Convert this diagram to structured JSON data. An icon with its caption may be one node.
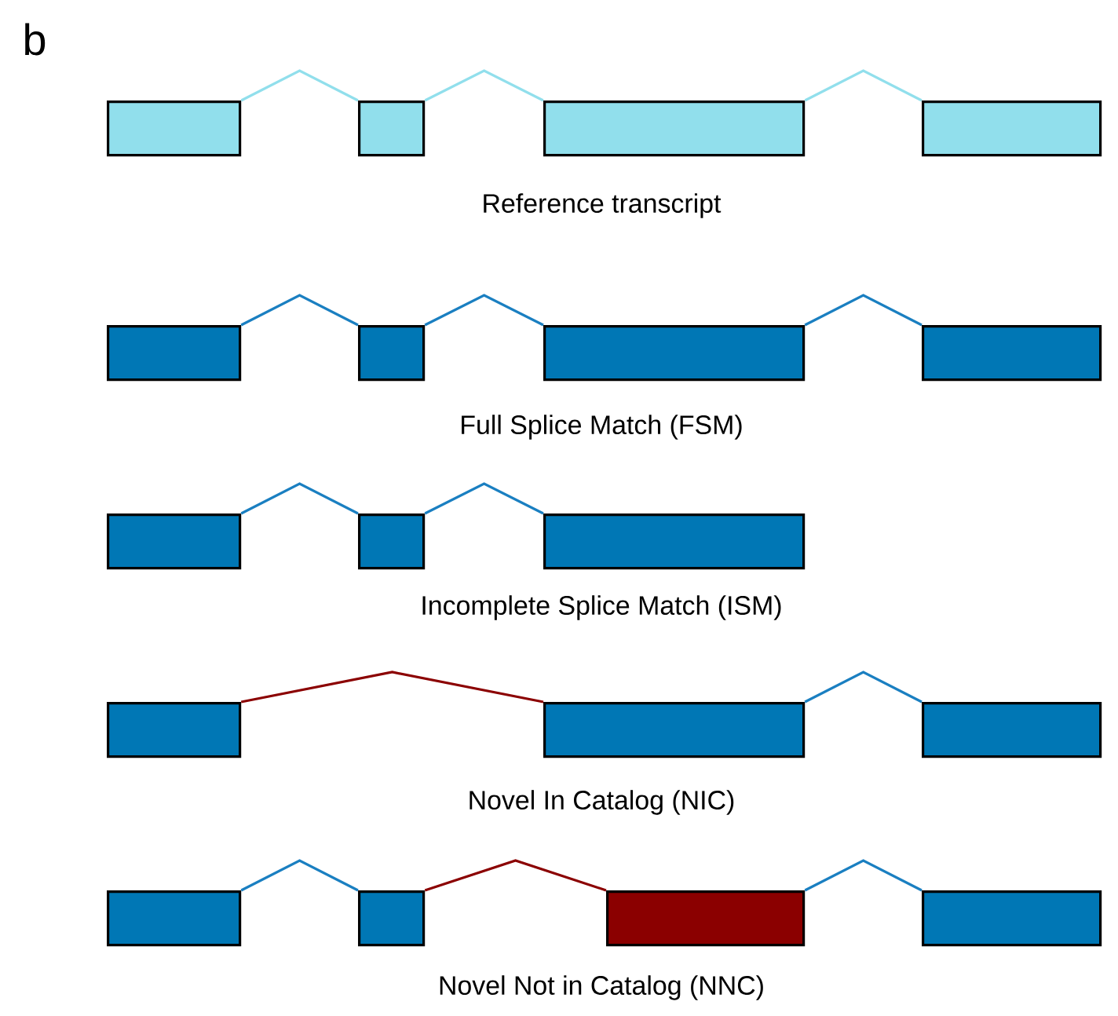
{
  "diagram": {
    "nodes": [
      {
        "text": [],
        "shape": "box"
      },
      {
        "text": [],
        "shape": "box"
      },
      {
        "text": [],
        "shape": "box"
      },
      {
        "text": [],
        "shape": "box"
      },
      {
        "text": [],
        "shape": "box"
      },
      {
        "text": [],
        "shape": "box"
      },
      {
        "text": [],
        "shape": "box"
      },
      {
        "text": [],
        "shape": "box"
      },
      {
        "text": [],
        "shape": "box"
      },
      {
        "text": [],
        "shape": "box"
      },
      {
        "text": [],
        "shape": "box"
      },
      {
        "text": [],
        "shape": "box"
      },
      {
        "text": [],
        "shape": "box"
      },
      {
        "text": [],
        "shape": "box"
      },
      {
        "text": [],
        "shape": "box"
      },
      {
        "text": [],
        "shape": "box"
      },
      {
        "text": [],
        "shape": "box"
      },
      {
        "text": [],
        "shape": "box"
      }
    ],
    "edges": [
      {
        "from": 0,
        "to": 1,
        "arrow": "none",
        "color": "#91dfec"
      },
      {
        "from": 1,
        "to": 2,
        "arrow": "none",
        "color": "#91dfec"
      },
      {
        "from": 2,
        "to": 3,
        "arrow": "none",
        "color": "#91dfec"
      },
      {
        "from": 4,
        "to": 5,
        "arrow": "none"
      },
      {
        "from": 5,
        "to": 6,
        "arrow": "none"
      },
      {
        "from": 6,
        "to": 7,
        "arrow": "none"
      },
      {
        "from": 8,
        "to": 9,
        "arrow": "none"
      },
      {
        "from": 9,
        "to": 10,
        "arrow": "none"
      },
      {
        "from": 11,
        "to": 12,
        "arrow": "none",
        "color": "#8b0000"
      },
      {
        "from": 12,
        "to": 13,
        "arrow": "none"
      },
      {
        "from": 14,
        "to": 15,
        "arrow": "none"
      },
      {
        "from": 15,
        "to": 16,
        "arrow": "none",
        "color": "#8b0000"
      },
      {
        "from": 16,
        "to": 17,
        "arrow": "none"
      }
    ],
    "labels": [
      "b",
      "Reference transcript",
      "Full Splice Match (FSM)",
      "Incomplete Splice Match (ISM)",
      "Novel In Catalog (NIC)",
      "Novel Not in Catalog (NNC)"
    ]
  }
}
